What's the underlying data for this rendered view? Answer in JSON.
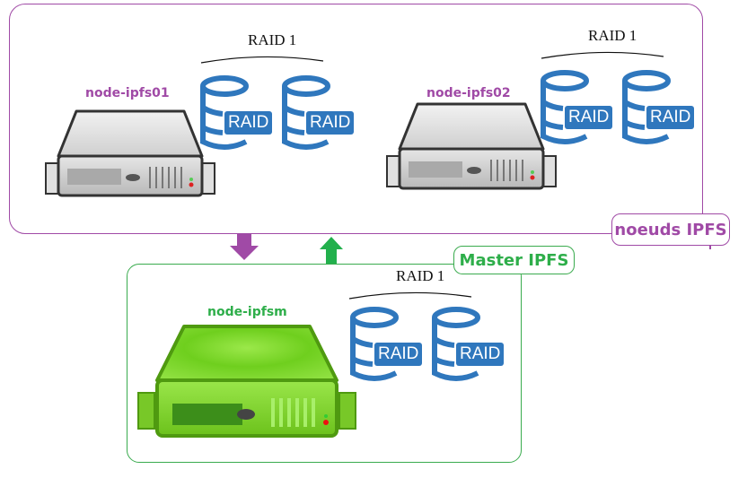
{
  "groups": {
    "nodes": {
      "tag": "noeuds IPFS",
      "color": "#a04aa6",
      "members": [
        {
          "label": "node-ipfs01",
          "raid_title": "RAID 1",
          "disks": [
            "RAID",
            "RAID"
          ]
        },
        {
          "label": "node-ipfs02",
          "raid_title": "RAID 1",
          "disks": [
            "RAID",
            "RAID"
          ]
        }
      ]
    },
    "master": {
      "tag": "Master IPFS",
      "color": "#2eae4a",
      "member": {
        "label": "node-ipfsm",
        "raid_title": "RAID 1",
        "disks": [
          "RAID",
          "RAID"
        ]
      }
    }
  },
  "arrows": {
    "down": {
      "direction": "down",
      "color": "#a04aa6"
    },
    "up": {
      "direction": "up",
      "color": "#22b04c"
    }
  },
  "colors": {
    "disk_blue": "#2f77bd",
    "server_gray": "#d9d9d9",
    "server_green": "#7ed321"
  }
}
